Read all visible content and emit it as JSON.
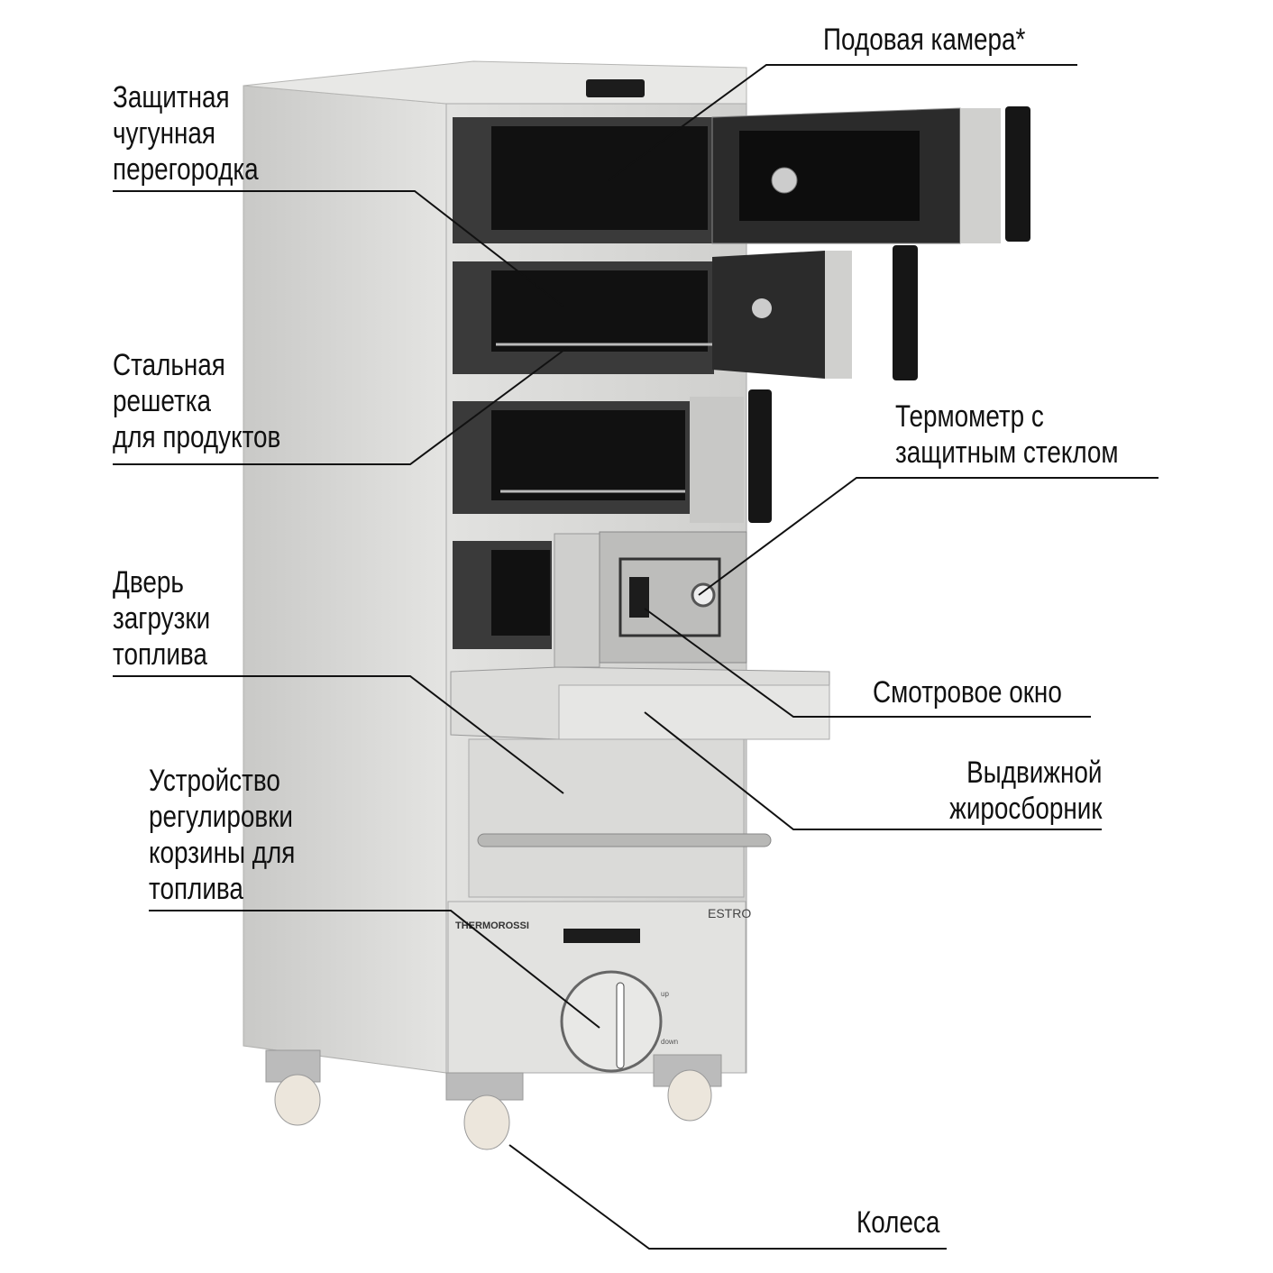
{
  "callouts": {
    "hearth_chamber": [
      "Подовая камера*"
    ],
    "cast_iron_partition": [
      "Защитная",
      "чугунная",
      "перегородка"
    ],
    "steel_grate": [
      "Стальная",
      "решетка",
      "для продуктов"
    ],
    "thermometer": [
      "Термометр с",
      "защитным стеклом"
    ],
    "fuel_door": [
      "Дверь",
      "загрузки",
      "топлива"
    ],
    "viewing_window": [
      "Смотровое окно"
    ],
    "grease_tray": [
      "Выдвижной",
      "жиросборник"
    ],
    "basket_adjuster": [
      "Устройство",
      "регулировки",
      "корзины для",
      "топлива"
    ],
    "wheels": [
      "Колеса"
    ]
  },
  "product": {
    "brand_left": "THERMOROSSI",
    "brand_right": "ESTRO",
    "dial_up": "up",
    "dial_down": "down"
  },
  "colors": {
    "steel": "#d9d9d7",
    "steel_dark": "#a9a9a6",
    "chamber": "#1a1a1a",
    "line": "#111111"
  }
}
